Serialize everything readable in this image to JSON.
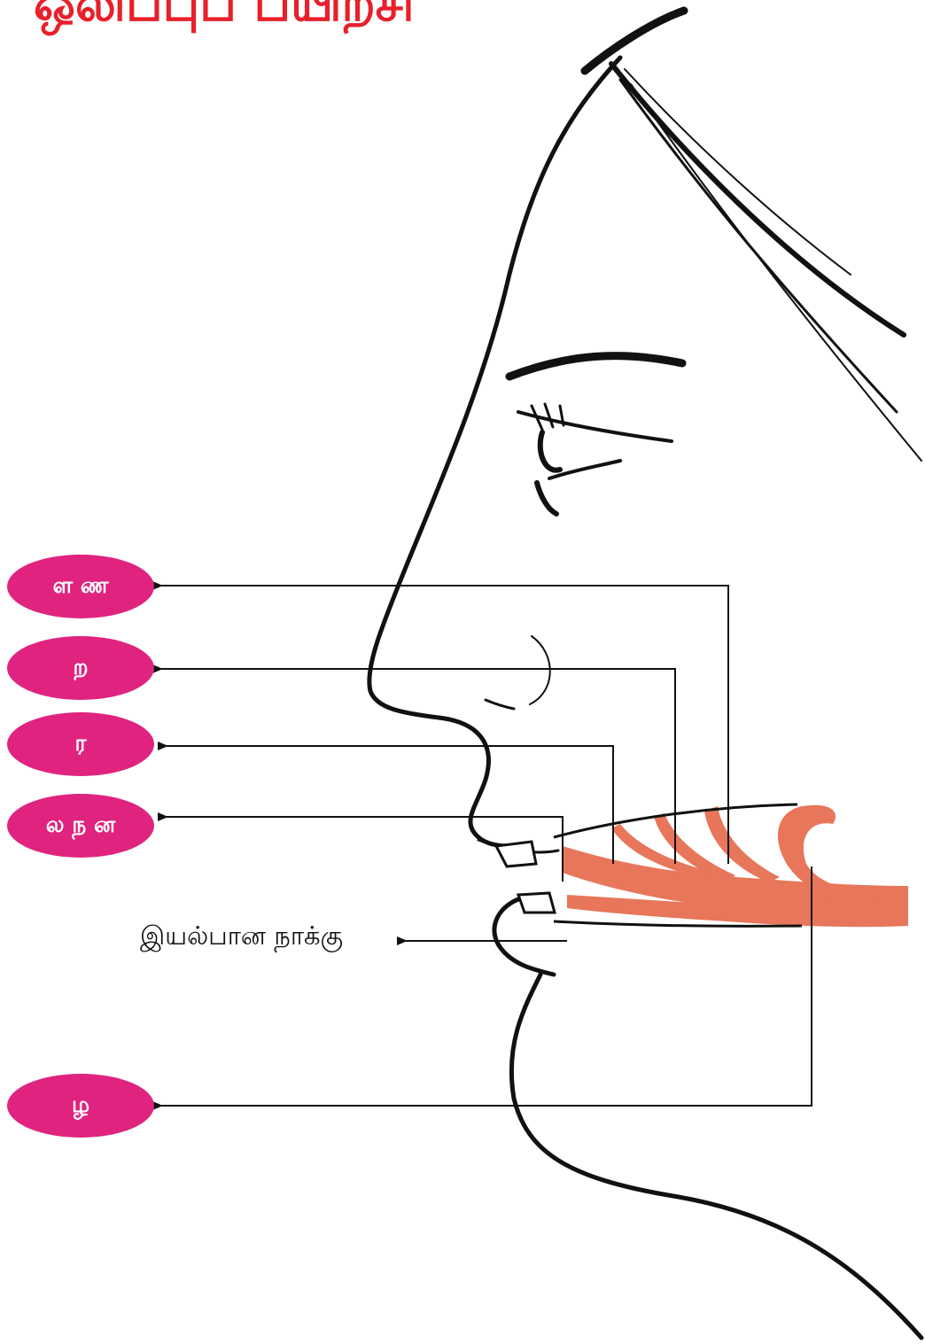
{
  "title": "ஒலிப்புப் பயிற்சி",
  "colors": {
    "title": "#e8202a",
    "label_fill": "#e0237e",
    "label_text": "#ffffff",
    "tongue": "#e8765a",
    "ink": "#111111"
  },
  "labels": [
    {
      "id": "la",
      "text": "ள ண"
    },
    {
      "id": "ra-alveolar",
      "text": "ற"
    },
    {
      "id": "ra",
      "text": "ர"
    },
    {
      "id": "la-na",
      "text": "ல ந ன"
    },
    {
      "id": "zha",
      "text": "ழ"
    }
  ],
  "normal_tongue": "இயல்பான நாக்கு",
  "icons": [
    "face-profile",
    "tongue-positions",
    "arrow-left"
  ]
}
